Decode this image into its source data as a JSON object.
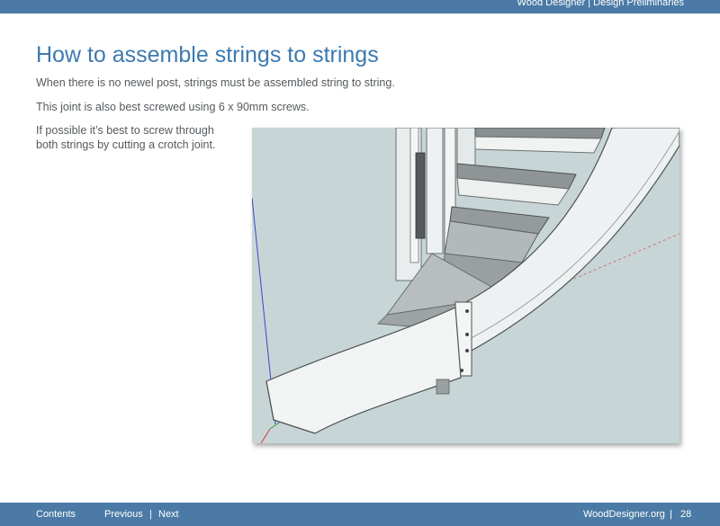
{
  "header": {
    "title": "Wood Designer | Design Preliminaries"
  },
  "content": {
    "title": "How to assemble strings to strings",
    "paragraphs": [
      "When there is no newel post, strings must be assembled string to string.",
      "This joint is also best screwed using 6 x 90mm screws.",
      "If possible it’s best to screw through both strings by cutting a crotch joint."
    ]
  },
  "footer": {
    "contents_label": "Contents",
    "previous_label": "Previous",
    "next_label": "Next",
    "site_label": "WoodDesigner.org",
    "page_number": "28",
    "separator": "|"
  },
  "colors": {
    "bar": "#4a7aa5",
    "title": "#3d79b0",
    "body_text": "#555a5e",
    "render_background": "#c8d5d6"
  },
  "icons": {
    "figure": "staircase-render"
  }
}
